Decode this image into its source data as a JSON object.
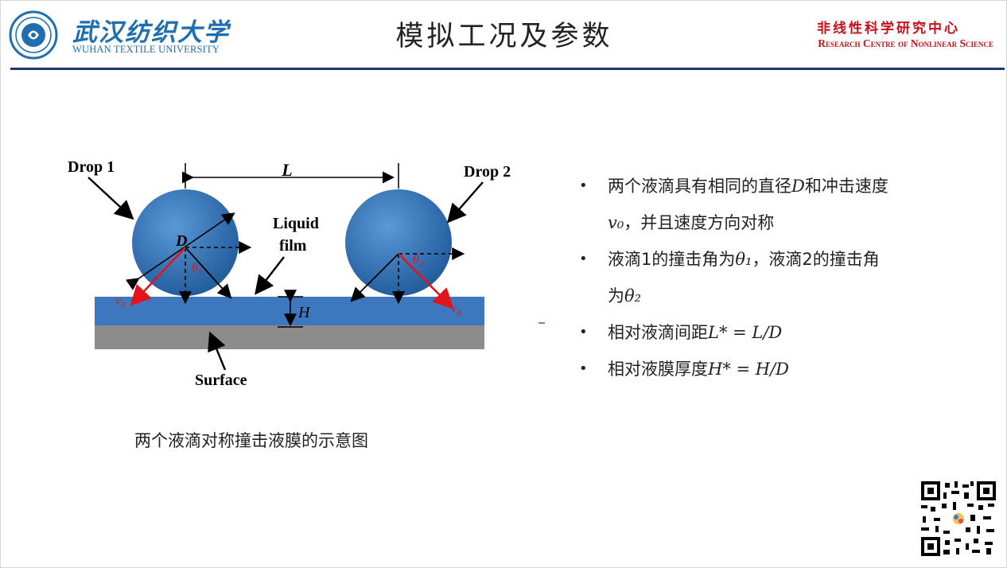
{
  "header": {
    "university_cn": "武汉纺织大学",
    "university_en": "WUHAN TEXTILE UNIVERSITY",
    "title": "模拟工况及参数",
    "centre_cn": "非线性科学研究中心",
    "centre_en": "Research Centre of Nonlinear Science"
  },
  "diagram": {
    "drop1_label": "Drop 1",
    "drop2_label": "Drop 2",
    "distance_label": "L",
    "diameter_label": "D",
    "film_label_line1": "Liquid",
    "film_label_line2": "film",
    "height_label": "H",
    "surface_label": "Surface",
    "velocity_label": "v",
    "velocity_sub": "0",
    "theta1_label": "θ",
    "theta1_sub": "1",
    "theta2_label": "θ",
    "theta2_sub": "2",
    "colors": {
      "drop": "#2f6fb3",
      "film": "#3d78bf",
      "substrate": "#8c8c8c",
      "velocity": "#e3141b"
    }
  },
  "caption": "两个液滴对称撞击液膜的示意图",
  "bullets": [
    {
      "parts": [
        "两个液滴具有相同的直径",
        "D",
        "和冲击速度"
      ]
    },
    {
      "parts": [
        "",
        "v₀",
        "，并且速度方向对称"
      ]
    },
    {
      "parts": [
        "液滴1的撞击角为",
        "θ₁",
        "，液滴2的撞击角"
      ]
    },
    {
      "parts": [
        "为",
        "θ₂",
        ""
      ]
    },
    {
      "parts": [
        "相对液滴间距",
        "L* = L/D",
        ""
      ]
    },
    {
      "parts": [
        "相对液膜厚度",
        "H* = H/D",
        ""
      ]
    }
  ]
}
